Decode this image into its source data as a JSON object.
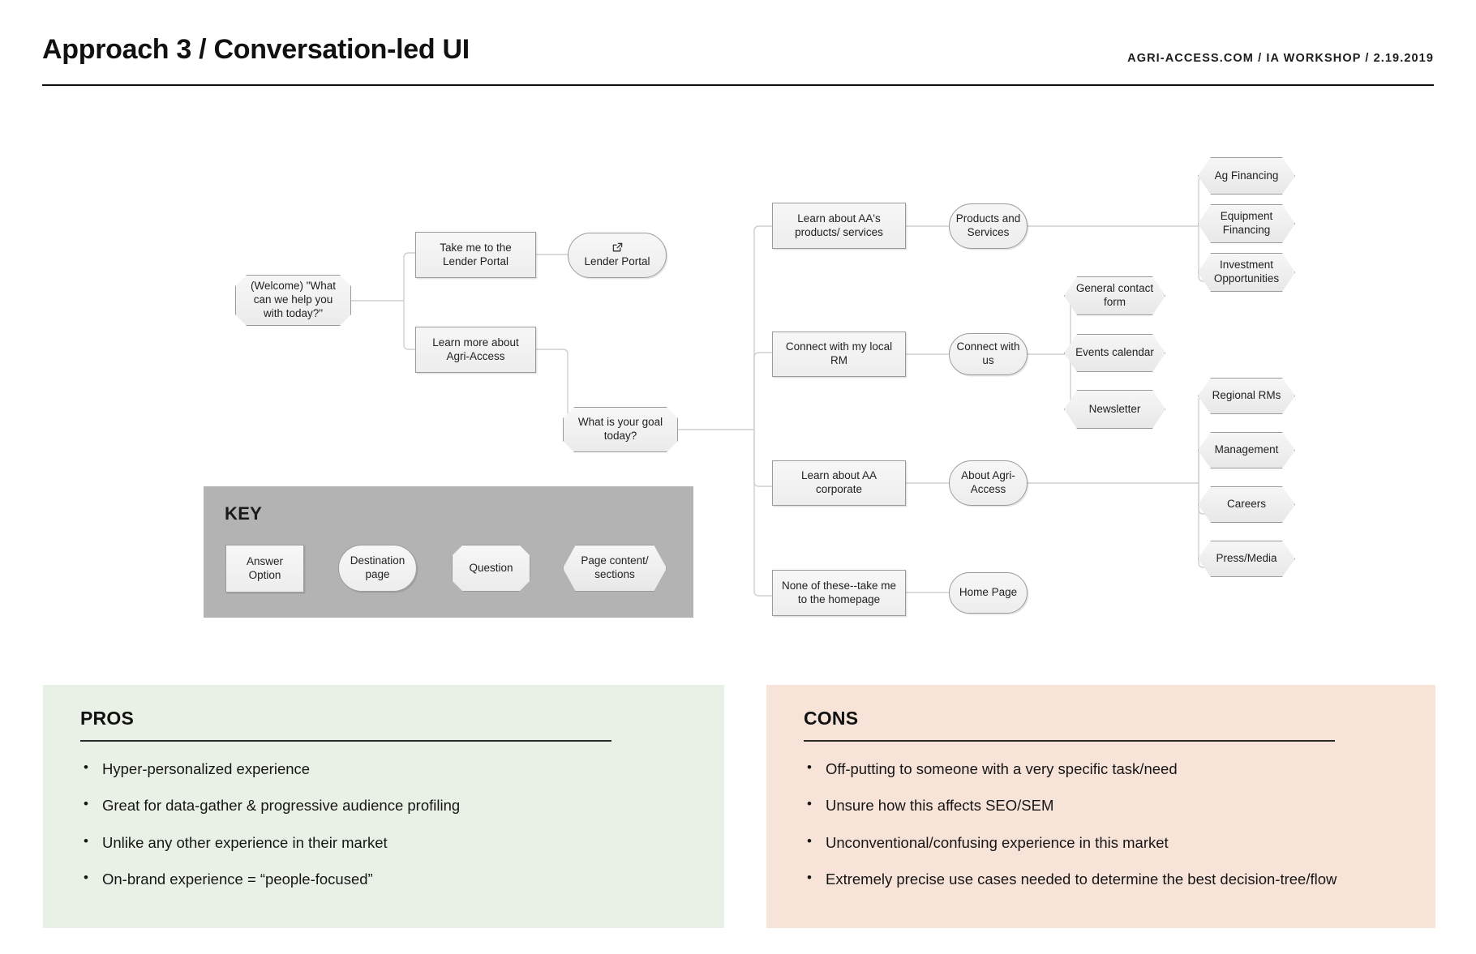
{
  "header": {
    "title": "Approach 3 / Conversation-led UI",
    "meta": "AGRI-ACCESS.COM / IA WORKSHOP / 2.19.2019"
  },
  "diagram": {
    "nodes": {
      "welcome": "(Welcome) \"What can we help you with today?\"",
      "take_me_lender_portal": "Take me to the Lender Portal",
      "lender_portal": "Lender Portal",
      "learn_more_agri_access": "Learn more about Agri-Access",
      "goal_question": "What is your goal today?",
      "learn_products_services": "Learn about AA's products/ services",
      "products_and_services": "Products and Services",
      "ag_financing": "Ag Financing",
      "equipment_financing": "Equipment Financing",
      "investment_opportunities": "Investment Opportunities",
      "connect_local_rm": "Connect with my local RM",
      "connect_with_us": "Connect with us",
      "general_contact_form": "General contact form",
      "events_calendar": "Events calendar",
      "newsletter": "Newsletter",
      "learn_aa_corporate": "Learn about AA corporate",
      "about_agri_access": "About Agri-Access",
      "regional_rms": "Regional RMs",
      "management": "Management",
      "careers": "Careers",
      "press_media": "Press/Media",
      "none_of_these": "None of these--take me to the homepage",
      "home_page": "Home Page"
    },
    "external_link_icon": "external-link-icon"
  },
  "key": {
    "title": "KEY",
    "items": [
      {
        "label": "Answer Option",
        "shape": "rect"
      },
      {
        "label": "Destination page",
        "shape": "round"
      },
      {
        "label": "Question",
        "shape": "octagon"
      },
      {
        "label": "Page content/ sections",
        "shape": "hexagon"
      }
    ]
  },
  "pros": {
    "title": "PROS",
    "items": [
      "Hyper-personalized experience",
      "Great for data-gather & progressive audience profiling",
      "Unlike any other experience in their market",
      "On-brand experience = “people-focused”"
    ]
  },
  "cons": {
    "title": "CONS",
    "items": [
      "Off-putting to someone with a very specific task/need",
      "Unsure how this affects SEO/SEM",
      "Unconventional/confusing experience in this market",
      "Extremely precise use cases needed to determine the best decision-tree/flow"
    ]
  },
  "colors": {
    "pros_bg": "#e9f1e7",
    "cons_bg": "#f8e3d8",
    "key_bg": "#b3b3b3",
    "node_border": "#9b9b9b",
    "wire": "#cfcfcf"
  }
}
